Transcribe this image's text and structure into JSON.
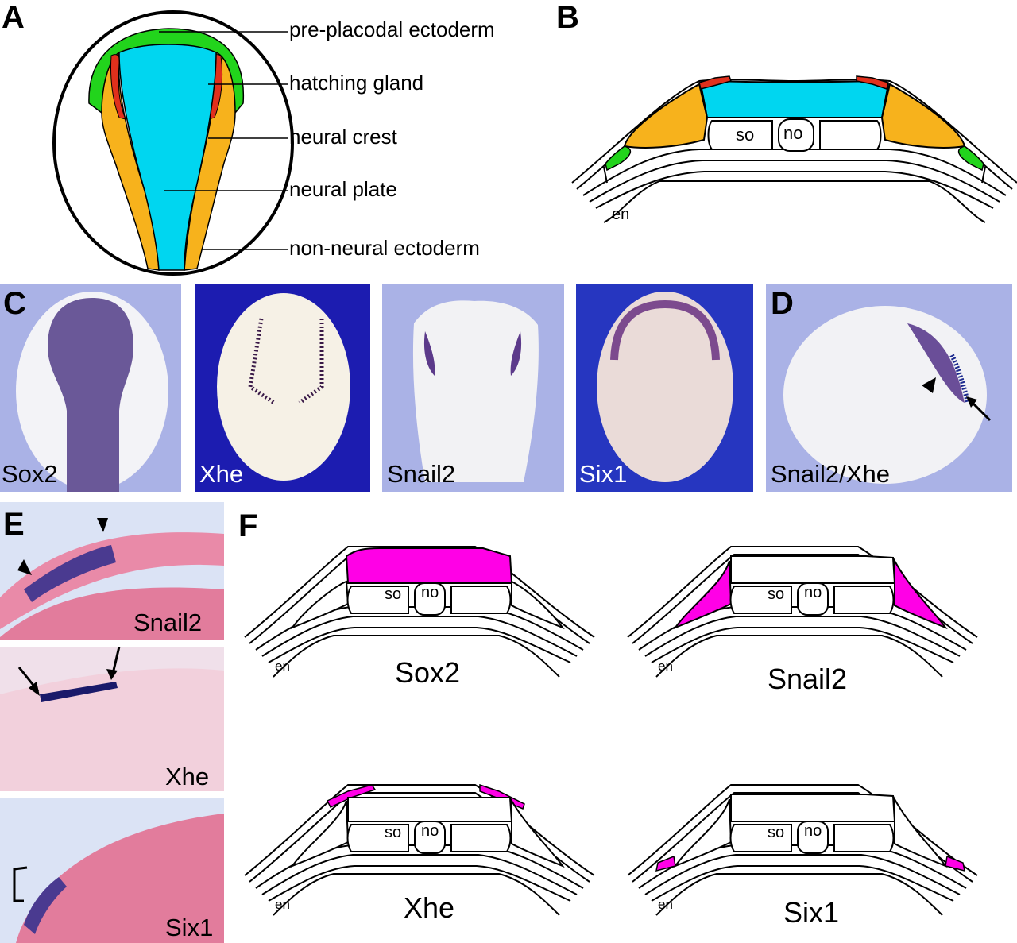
{
  "panels": {
    "A": "A",
    "B": "B",
    "C": "C",
    "D": "D",
    "E": "E",
    "F": "F"
  },
  "panelA": {
    "labels": [
      "pre-placodal ectoderm",
      "hatching gland",
      "neural crest",
      "neural plate",
      "non-neural ectoderm"
    ]
  },
  "sectionLabels": {
    "so": "so",
    "no": "no",
    "en": "en"
  },
  "panelC": {
    "images": [
      "Sox2",
      "Xhe",
      "Snail2",
      "Six1"
    ]
  },
  "panelD": {
    "label": "Snail2/Xhe"
  },
  "panelE": {
    "labels": [
      "Snail2",
      "Xhe",
      "Six1"
    ]
  },
  "panelF": {
    "genes": [
      "Sox2",
      "Snail2",
      "Xhe",
      "Six1"
    ]
  },
  "colors": {
    "neural_plate": "#00d6f0",
    "neural_crest": "#f7b21c",
    "pre_placodal": "#22d41c",
    "hatching_gland": "#e0301c",
    "expression": "#ff00e6",
    "photo_bg_light": "#aab2e6",
    "photo_bg_dark": "#1c1cb0",
    "stain": "#4a2f8e",
    "histology": "#e98aa8"
  }
}
